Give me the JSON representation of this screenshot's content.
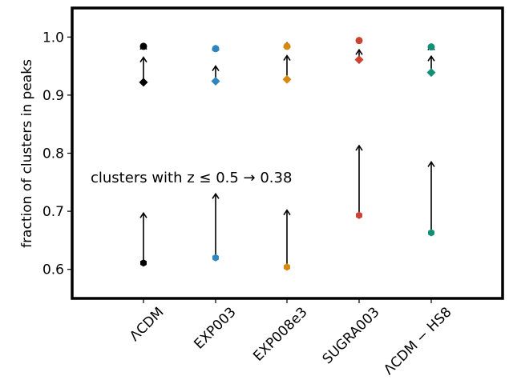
{
  "chart_data": {
    "type": "scatter",
    "title": "",
    "xlabel": "",
    "ylabel": "fraction of clusters in peaks",
    "ylim": [
      0.55,
      1.05
    ],
    "yticks": [
      0.6,
      0.7,
      0.8,
      0.9,
      1.0
    ],
    "ytick_labels": [
      "0.6",
      "0.7",
      "0.8",
      "0.9",
      "1.0"
    ],
    "grid": false,
    "legend": "none",
    "categories": [
      "ΛCDM",
      "EXP003",
      "EXP008e3",
      "SUGRA003",
      "ΛCDM − HS8"
    ],
    "annotation": "clusters with z ≤ 0.5 → 0.38",
    "series": [
      {
        "model": "ΛCDM",
        "color": "#000000",
        "diamond": 0.922,
        "diamond_arrow_to": 0.965,
        "circle": 0.984,
        "circle_arrow_to": 0.987,
        "hexagon": 0.611,
        "hexagon_arrow_to": 0.697
      },
      {
        "model": "EXP003",
        "color": "#2e86c1",
        "diamond": 0.924,
        "diamond_arrow_to": 0.95,
        "circle": 0.98,
        "circle_arrow_to": 0.985,
        "hexagon": 0.62,
        "hexagon_arrow_to": 0.73
      },
      {
        "model": "EXP008e3",
        "color": "#d68910",
        "diamond": 0.927,
        "diamond_arrow_to": 0.968,
        "circle": 0.984,
        "circle_arrow_to": 0.99,
        "hexagon": 0.604,
        "hexagon_arrow_to": 0.702
      },
      {
        "model": "SUGRA003",
        "color": "#cb4335",
        "diamond": 0.961,
        "diamond_arrow_to": 0.978,
        "circle": 0.994,
        "circle_arrow_to": 0.994,
        "hexagon": 0.693,
        "hexagon_arrow_to": 0.813
      },
      {
        "model": "ΛCDM − HS8",
        "color": "#148f77",
        "diamond": 0.939,
        "diamond_arrow_to": 0.967,
        "circle": 0.983,
        "circle_arrow_to": 0.986,
        "hexagon": 0.663,
        "hexagon_arrow_to": 0.785
      }
    ]
  }
}
